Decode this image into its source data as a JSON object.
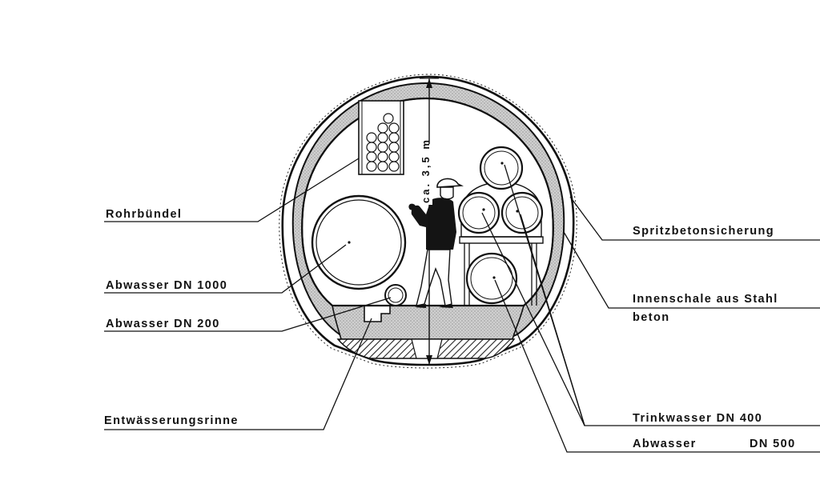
{
  "diagram": {
    "height_dimension": "ca. 3,5 m",
    "labels": {
      "rohrbuendel": "Rohrbündel",
      "abwasser_dn1000": "Abwasser DN 1000",
      "abwasser_dn200": "Abwasser DN 200",
      "entwaesserungsrinne": "Entwässerungsrinne",
      "spritzbeton": "Spritzbetonsicherung",
      "innenschale_line1": "Innenschale aus Stahl",
      "innenschale_line2": "beton",
      "trinkwasser_dn400": "Trinkwasser DN 400",
      "abwasser_dn500_word": "Abwasser",
      "abwasser_dn500_size": "DN 500"
    }
  }
}
